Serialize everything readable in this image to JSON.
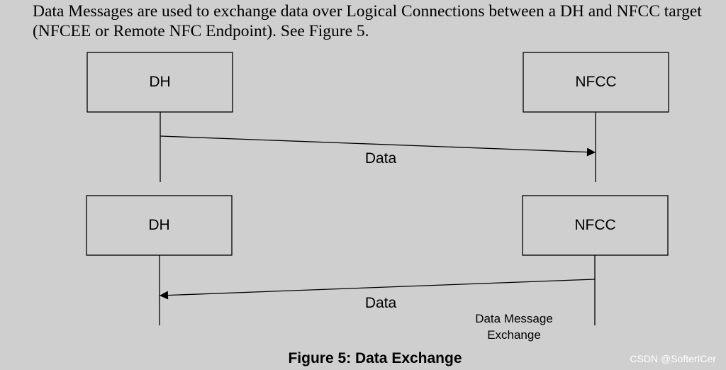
{
  "intro_text": "Data Messages are used to exchange data over Logical Connections between a DH and NFCC target (NFCEE or Remote NFC Endpoint). See Figure 5.",
  "diagram": {
    "top": {
      "left_box": "DH",
      "right_box": "NFCC",
      "arrow_label": "Data"
    },
    "bottom": {
      "left_box": "DH",
      "right_box": "NFCC",
      "arrow_label": "Data",
      "note_line1": "Data Message",
      "note_line2": "Exchange"
    }
  },
  "caption": "Figure 5: Data Exchange",
  "watermark": "CSDN @SofterICer"
}
